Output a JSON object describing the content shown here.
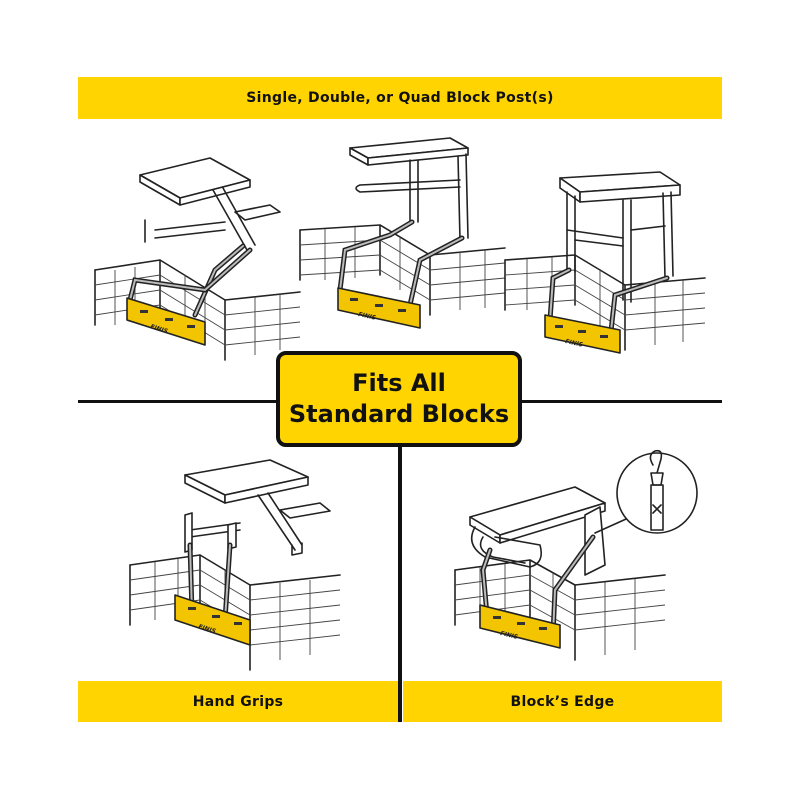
{
  "header": {
    "title": "Single, Double, or Quad Block Post(s)"
  },
  "center_sign": {
    "line1": "Fits All",
    "line2": "Standard Blocks"
  },
  "captions": {
    "hand_grips": "Hand Grips",
    "block_edge": "Block’s Edge"
  },
  "pad_logo": "FINIS",
  "colors": {
    "accent": "#FFD400",
    "line": "#111111"
  }
}
